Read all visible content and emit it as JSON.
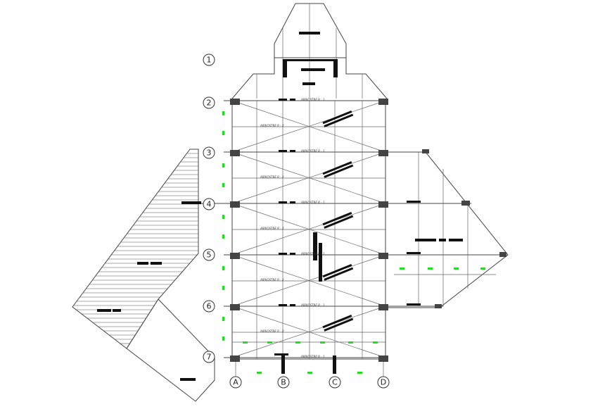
{
  "drawing": {
    "grid_rows": [
      "1",
      "2",
      "3",
      "4",
      "5",
      "6",
      "7"
    ],
    "grid_cols": [
      "A",
      "B",
      "C",
      "D"
    ],
    "beam_tags": [
      "ARRIOSTRE R - 1",
      "ARRIOSTRE R - 2",
      "ARRIOSTRE R - 1",
      "ARRIOSTRE R - 2",
      "ARRIOSTRE R - 1",
      "ARRIOSTRE R - 2",
      "ARRIOSTRE R - 1",
      "ARRIOSTRE R - 2",
      "ARRIOSTRE R - 1",
      "ARRIOSTRE R - 2",
      "ARRIOSTRE R - 1"
    ],
    "colors": {
      "line": "#444444",
      "accent": "#22dd22",
      "text": "#222222"
    }
  }
}
